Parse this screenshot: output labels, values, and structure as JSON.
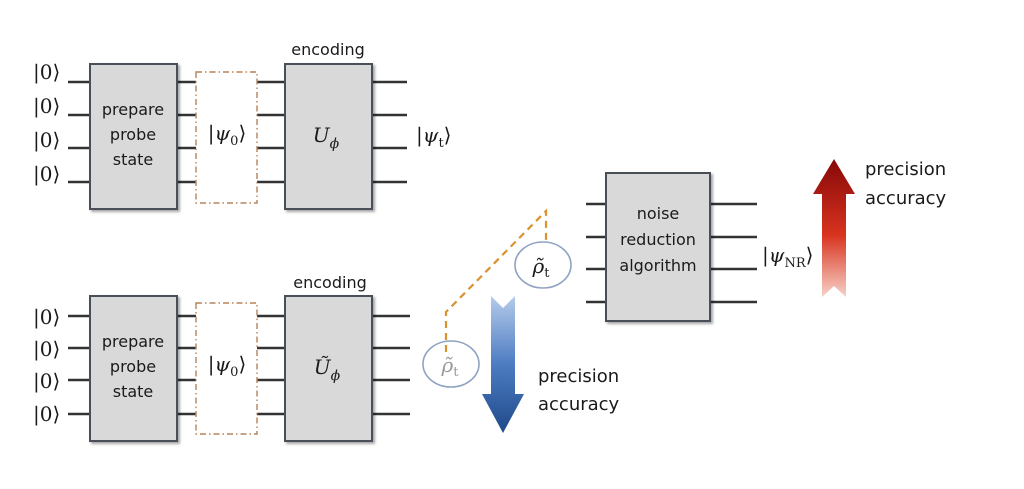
{
  "diagram": {
    "top_circuit": {
      "inputs": [
        "|0⟩",
        "|0⟩",
        "|0⟩",
        "|0⟩"
      ],
      "prepare_box": [
        "prepare",
        "probe",
        "state"
      ],
      "probe_state": {
        "prefix": "|",
        "symbol": "ψ",
        "sub": "0",
        "suffix": "⟩"
      },
      "encoding_label": "encoding",
      "encoding_gate": {
        "symbol": "U",
        "sub": "ϕ"
      },
      "output_state": {
        "prefix": "|",
        "symbol": "ψ",
        "sub": "t",
        "suffix": "⟩"
      }
    },
    "bottom_circuit": {
      "inputs": [
        "|0⟩",
        "|0⟩",
        "|0⟩",
        "|0⟩"
      ],
      "prepare_box": [
        "prepare",
        "probe",
        "state"
      ],
      "probe_state": {
        "prefix": "|",
        "symbol": "ψ",
        "sub": "0",
        "suffix": "⟩"
      },
      "encoding_label": "encoding",
      "encoding_gate": {
        "symbol": "Ũ",
        "sub": "ϕ"
      },
      "noisy_state": {
        "symbol": "ρ̃",
        "sub": "t"
      }
    },
    "transferred_state": {
      "symbol": "ρ̃",
      "sub": "t"
    },
    "noise_reduction_box": [
      "noise",
      "reduction",
      "algorithm"
    ],
    "nr_output_state": {
      "prefix": "|",
      "symbol": "ψ",
      "sub": "NR",
      "suffix": "⟩"
    },
    "down_arrow_label": [
      "precision",
      "accuracy"
    ],
    "up_arrow_label": [
      "precision",
      "accuracy"
    ],
    "colors": {
      "box_fill": "#d9d9d9",
      "box_stroke": "#4a4f57",
      "wire": "#333333",
      "dashed_orange": "#d9922e",
      "dashdot_brown": "#b5835a",
      "ellipse_stroke": "#8ea3c0",
      "blue_dark": "#1f4e8f",
      "blue_light": "#a9c0e4",
      "red_dark": "#8b0a0a",
      "red_mid": "#d42a1a",
      "red_light": "#f6c9bf"
    }
  }
}
